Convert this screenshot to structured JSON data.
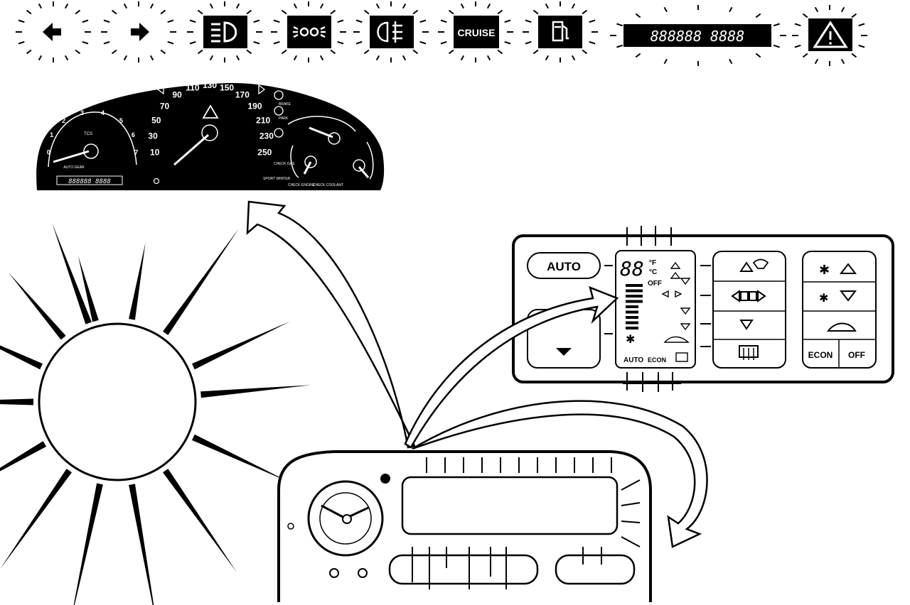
{
  "symbols": {
    "cruise_label": "CRUISE",
    "odometer_digits": "888888 8888"
  },
  "cluster": {
    "speed_ticks": [
      "10",
      "30",
      "50",
      "70",
      "90",
      "110",
      "130",
      "150",
      "170",
      "190",
      "210",
      "230",
      "250"
    ],
    "rpm_ticks": [
      "0",
      "1",
      "2",
      "3",
      "4",
      "5",
      "6",
      "7"
    ],
    "tcs_label": "TCS",
    "auto_gear_label": "AUTO GEAR",
    "odometer": "888888 8888",
    "lamp_labels": [
      "BRAKE",
      "PARK",
      "CHECK GAS",
      "SPORT WINTER",
      "CHECK ENGINE",
      "CHECK COOLANT"
    ]
  },
  "climate": {
    "auto_label": "AUTO",
    "temp_digits": "88",
    "unit_f": "°F",
    "unit_c": "°C",
    "off_label": "OFF",
    "lcd_auto": "AUTO",
    "lcd_econ": "ECON",
    "econ_label": "ECON",
    "off_button_label": "OFF"
  },
  "colors": {
    "ink": "#000000",
    "paper": "#ffffff"
  }
}
